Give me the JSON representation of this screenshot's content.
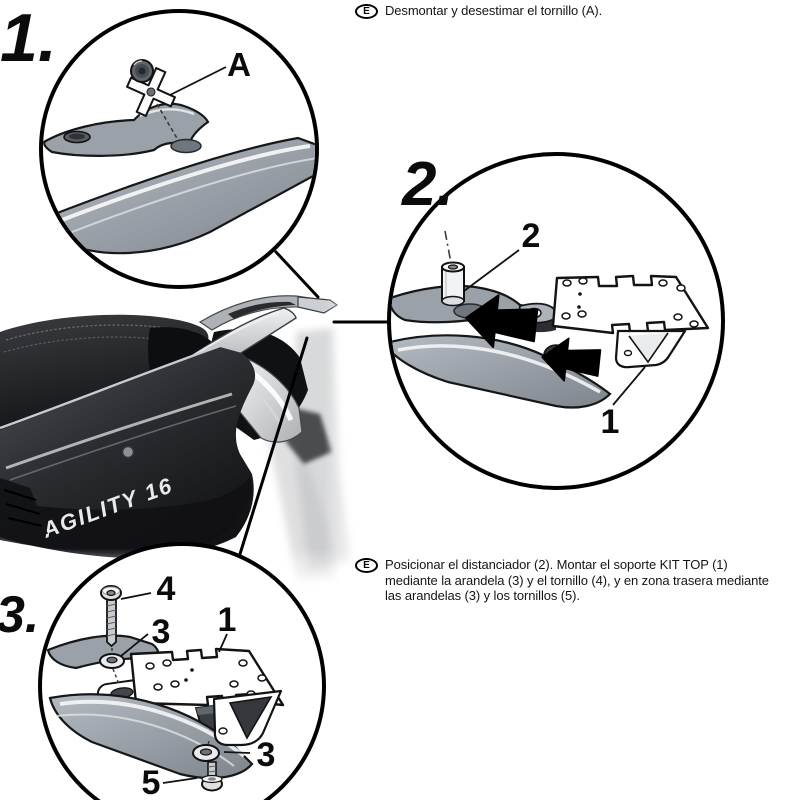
{
  "sheet": {
    "background_color": "#ffffff",
    "ink_color": "#000000"
  },
  "instructions": [
    {
      "language_badge": "E",
      "text": "Desmontar y desestimar el tornillo (A)."
    },
    {
      "language_badge": "E",
      "text": "Posicionar el distanciador (2). Montar el soporte KIT TOP (1) mediante la arandela (3) y el tornillo (4), y en zona trasera mediante las arandelas (3) y los tornillos (5)."
    }
  ],
  "steps": {
    "step1": {
      "number": "1.",
      "parts": {
        "screw_a": "A"
      }
    },
    "step2": {
      "number": "2.",
      "parts": {
        "spacer": "2",
        "plate": "1"
      }
    },
    "step3": {
      "number": "3.",
      "parts": {
        "long_screw": "4",
        "upper_washer": "3",
        "plate": "1",
        "lower_washer": "3",
        "short_screw": "5"
      }
    }
  },
  "vehicle": {
    "model_label": "AGILITY 16"
  },
  "palette": {
    "metal_gray": "#9aa1a9",
    "body_dark": "#1c1e20",
    "plate_white": "#ffffff",
    "arrow_black": "#000000"
  }
}
